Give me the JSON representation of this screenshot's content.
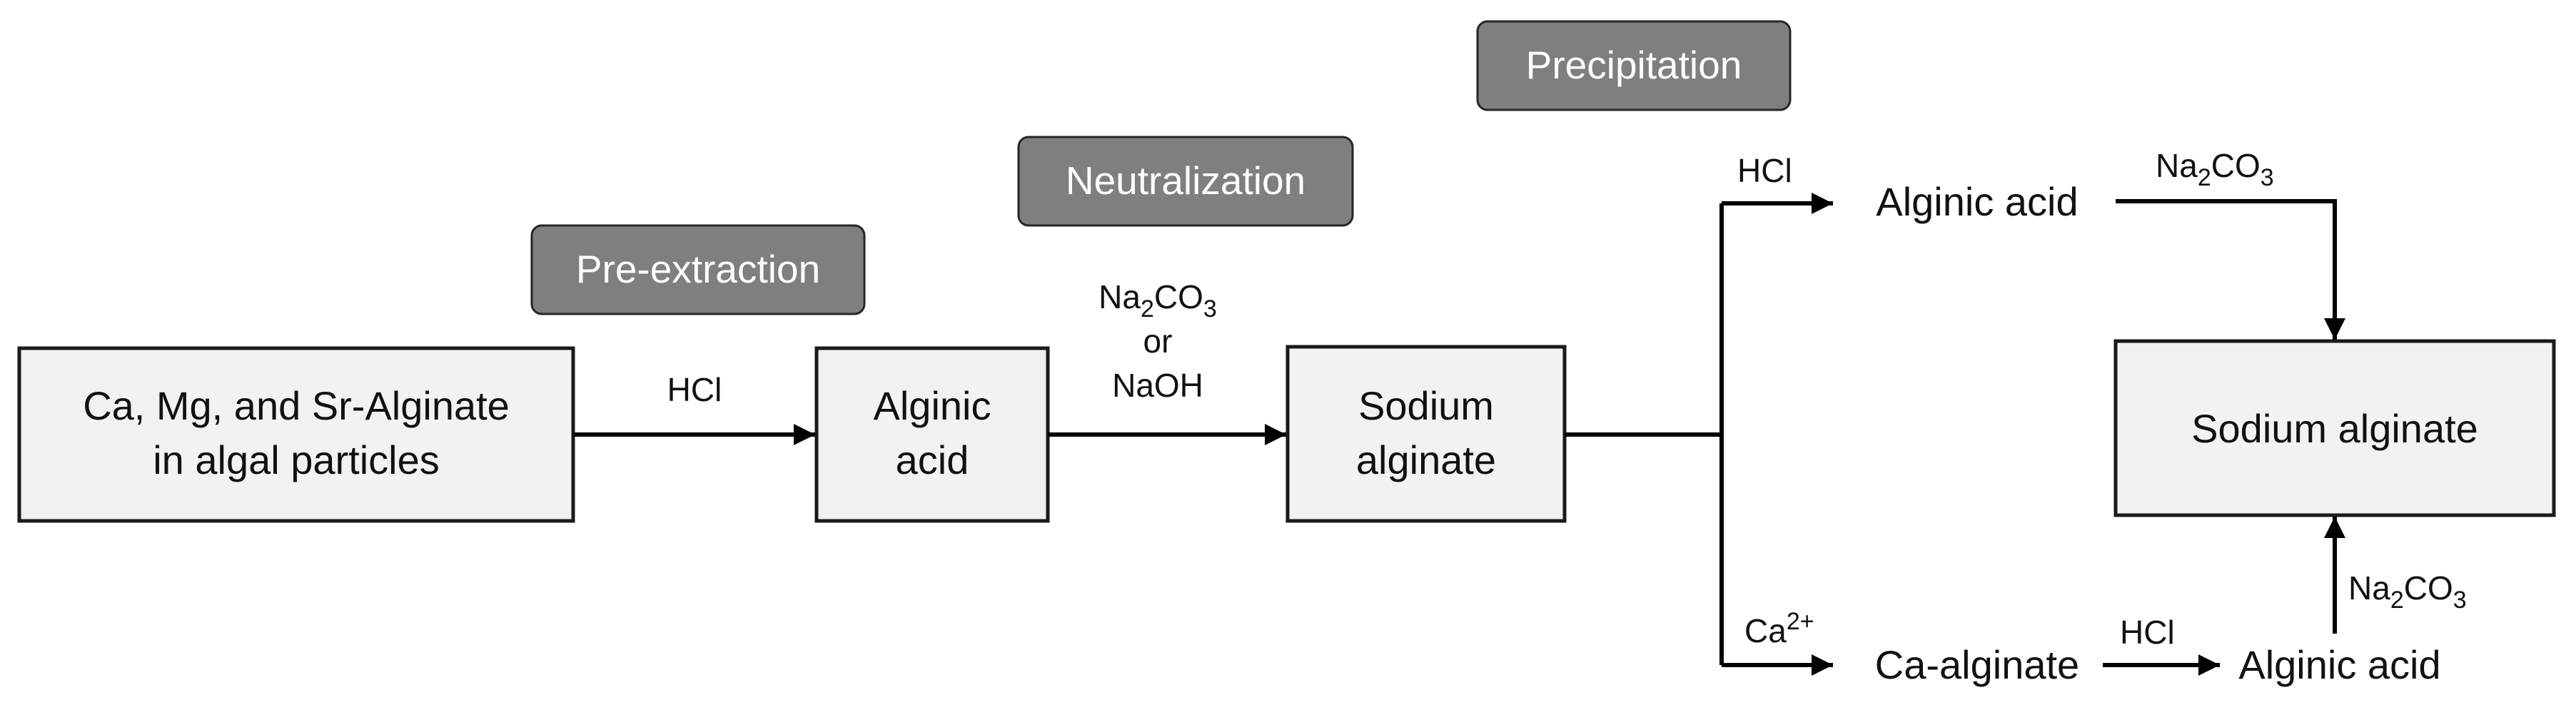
{
  "stages": {
    "pre_extraction": "Pre-extraction",
    "neutralization": "Neutralization",
    "precipitation": "Precipitation"
  },
  "nodes": {
    "start": {
      "line1": "Ca, Mg, and Sr-Alginate",
      "line2": "in algal particles"
    },
    "alginic_acid_1": {
      "line1": "Alginic",
      "line2": "acid"
    },
    "sodium_alginate_1": {
      "line1": "Sodium",
      "line2": "alginate"
    },
    "alginic_acid_upper": "Alginic acid",
    "ca_alginate": "Ca-alginate",
    "alginic_acid_lower": "Alginic acid",
    "sodium_alginate_final": "Sodium alginate"
  },
  "reagents": {
    "hcl_1": "HCl",
    "neutral_na2co3_base": "Na",
    "neutral_na2co3_sub1": "2",
    "neutral_na2co3_mid": "CO",
    "neutral_na2co3_sub2": "3",
    "neutral_or": "or",
    "neutral_naoh": "NaOH",
    "hcl_upper": "HCl",
    "upper_na2co3_base": "Na",
    "upper_na2co3_sub1": "2",
    "upper_na2co3_mid": "CO",
    "upper_na2co3_sub2": "3",
    "ca_base": "Ca",
    "ca_sup": "2+",
    "hcl_lower": "HCl",
    "lower_na2co3_base": "Na",
    "lower_na2co3_sub1": "2",
    "lower_na2co3_mid": "CO",
    "lower_na2co3_sub2": "3"
  },
  "colors": {
    "box_fill": "#f2f2f2",
    "stage_fill": "#7f7f7f",
    "stage_text": "#ffffff",
    "line": "#000000"
  }
}
